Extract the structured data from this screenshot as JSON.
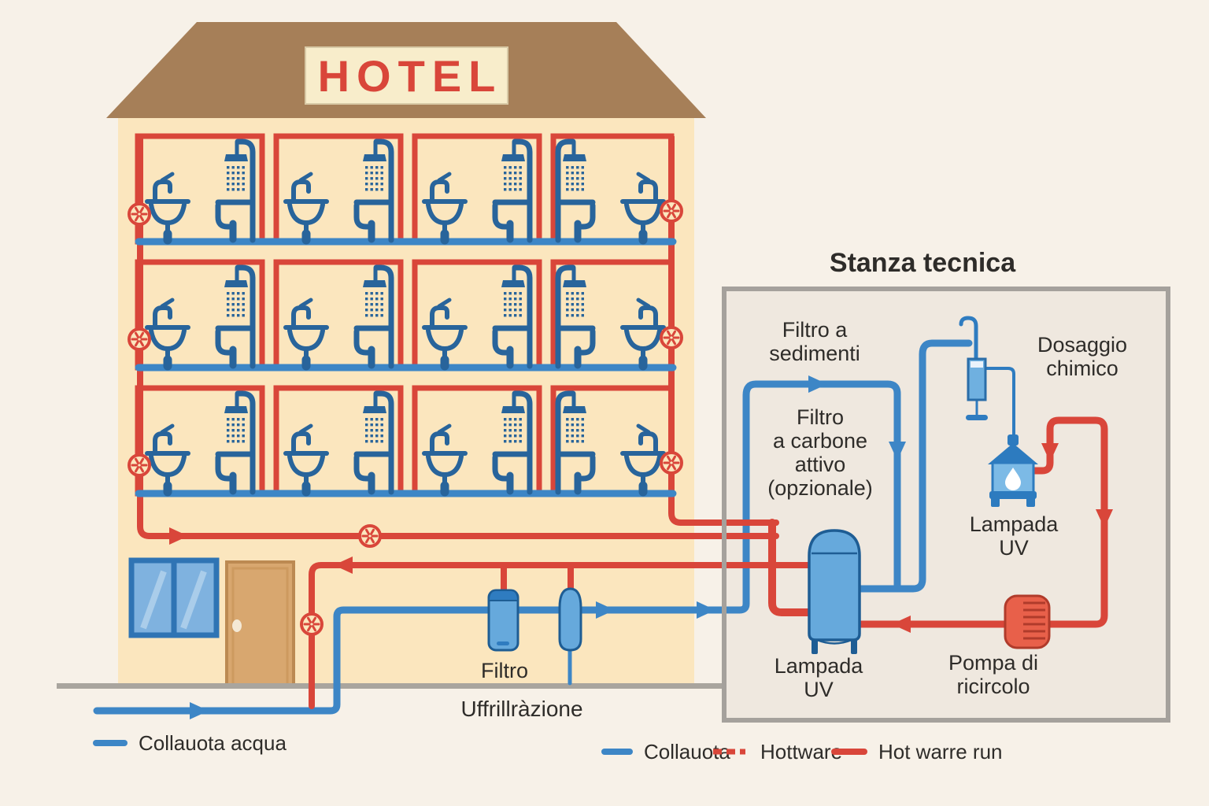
{
  "hotel": {
    "sign": "HOTEL"
  },
  "technical_room": {
    "title": "Stanza tecnica",
    "labels": {
      "sediment_filter": [
        "Filtro a",
        "sedimenti"
      ],
      "carbon_filter": [
        "Filtro",
        "a carbone",
        "attivo",
        "(opzionale)"
      ],
      "chemical_dosing": [
        "Dosaggio",
        "chimico"
      ],
      "uv_lamp_small": [
        "Lampada",
        "UV"
      ],
      "uv_lamp_tank": [
        "Lampada",
        "UV"
      ],
      "recirculation_pump": [
        "Pompa di",
        "ricircolo"
      ]
    }
  },
  "basement": {
    "filter_label": "Filtro",
    "utility_label": "Uffrillràzione",
    "cold_water_inlet_label": "Collauota acqua"
  },
  "legend": [
    {
      "label": "Collauota",
      "style": "blue-solid"
    },
    {
      "label": "Hottware",
      "style": "red-dashed"
    },
    {
      "label": "Hot warre run",
      "style": "red-solid"
    }
  ],
  "icons": {
    "valve-icon": "circle-with-spokes",
    "sink-icon": "basin-with-faucet",
    "shower-icon": "showerhead-with-spray",
    "toilet-icon": "side-profile-toilet",
    "uv-lamp-tank-icon": "vertical-blue-tank",
    "uv-lamp-lantern-icon": "lantern-with-water-drop",
    "dosing-syringe-icon": "vertical-syringe",
    "pump-icon": "finned-red-pump",
    "filter-cartridge-icon": "blue-cartridge",
    "window-icon": "two-pane-window",
    "door-icon": "wooden-door"
  },
  "colors": {
    "background": "#f7f1e8",
    "cold_water": "#3d86c6",
    "hot_water": "#d9463a",
    "fixtures": "#28649b",
    "facade": "#fbe6be",
    "roof": "#a67f58",
    "sign_bg": "#f8edcb",
    "sign_text": "#d9463a",
    "panel_bg": "#efe8df",
    "panel_border": "#a5a19c",
    "ground": "#a9a59e",
    "door": "#d8a76f",
    "window": "#7fb2df",
    "text": "#2e2c29"
  }
}
